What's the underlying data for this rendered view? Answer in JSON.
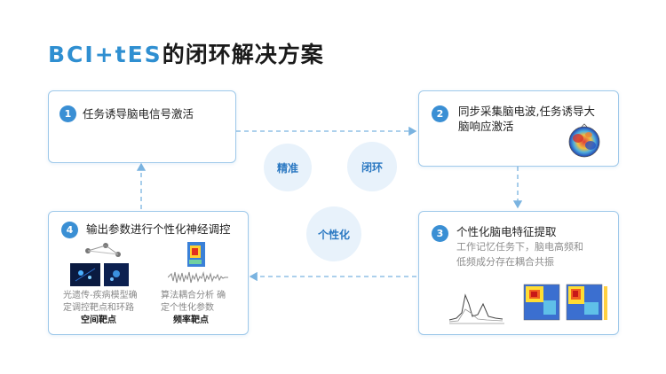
{
  "title": {
    "en": "BCI+tES",
    "cn": "的闭环解决方案"
  },
  "steps": [
    {
      "num": "1",
      "title": "任务诱导脑电信号激活"
    },
    {
      "num": "2",
      "title_line1": "同步采集脑电波,任务诱导大",
      "title_line2": "脑响应激活"
    },
    {
      "num": "3",
      "title": "个性化脑电特征提取",
      "desc_line1": "工作记忆任务下，脑电高频和",
      "desc_line2": "低频成分存在耦合共振"
    },
    {
      "num": "4",
      "title": "输出参数进行个性化神经调控",
      "left_line1": "光遗传-疾病模型确",
      "left_line2": "定调控靶点和环路",
      "left_label": "空间靶点",
      "right_line1": "算法耦合分析 确",
      "right_line2": "定个性化参数",
      "right_label": "频率靶点"
    }
  ],
  "bubbles": {
    "precise": "精准",
    "loop": "闭环",
    "personal": "个性化"
  },
  "colors": {
    "accent": "#2f8fd1",
    "badge": "#3a8fd4",
    "card_border": "#9fc9ea",
    "bubble_bg": "#e8f2fb",
    "arrow": "#7ab3e0"
  }
}
